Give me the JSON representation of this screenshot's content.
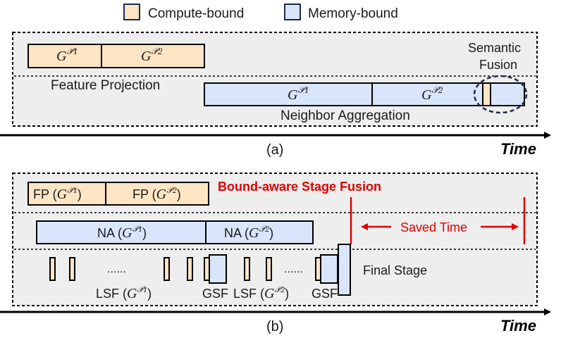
{
  "legend": {
    "compute_label": "Compute-bound",
    "memory_label": "Memory-bound"
  },
  "colors": {
    "compute": "#fde5c4",
    "memory": "#d9e5fb",
    "panel": "#eeeeee",
    "accent_red": "#e00000",
    "fusion_circle": "#1f2d4a"
  },
  "panel_a": {
    "g1": "G",
    "g1_sup": "𝒫1",
    "g2": "G",
    "g2_sup": "𝒫2",
    "feature_projection": "Feature Projection",
    "semantic_fusion_line1": "Semantic",
    "semantic_fusion_line2": "Fusion",
    "na_g1": "G",
    "na_g1_sup": "𝒫1",
    "na_g2": "G",
    "na_g2_sup": "𝒫2",
    "neighbor_aggregation": "Neighbor Aggregation",
    "caption": "(a)",
    "time": "Time"
  },
  "panel_b": {
    "fp1": "FP (",
    "fp1_g": "G",
    "fp1_sup": "𝒫1",
    "fp1_close": ")",
    "fp2": "FP (",
    "fp2_g": "G",
    "fp2_sup": "𝒫2",
    "fp2_close": ")",
    "title": "Bound-aware Stage Fusion",
    "na1": "NA (",
    "na1_g": "G",
    "na1_sup": "𝒫1",
    "na1_close": ")",
    "na2": "NA (",
    "na2_g": "G",
    "na2_sup": "𝒫2",
    "na2_close": ")",
    "saved_time": "Saved Time",
    "dots1": "......",
    "dots2": "......",
    "lsf1": "LSF (",
    "lsf1_g": "G",
    "lsf1_sup": "𝒫1",
    "lsf1_close": ")",
    "gsf1": "GSF",
    "lsf2": "LSF (",
    "lsf2_g": "G",
    "lsf2_sup": "𝒫2",
    "lsf2_close": ")",
    "gsf2": "GSF",
    "final_stage": "Final Stage",
    "caption": "(b)",
    "time": "Time"
  }
}
